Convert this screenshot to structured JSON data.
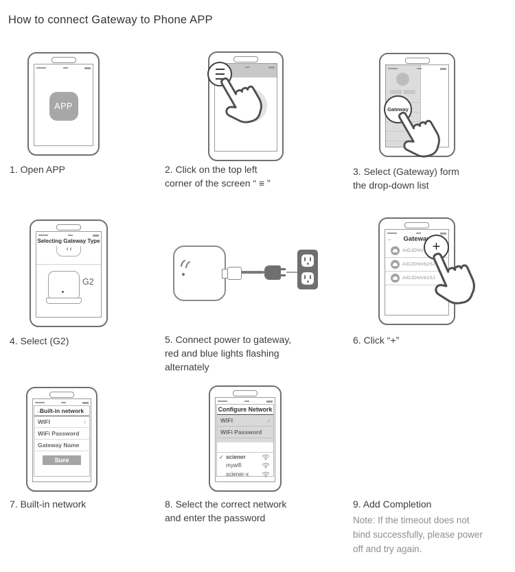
{
  "page": {
    "title": "How to connect Gateway to Phone APP"
  },
  "steps": [
    {
      "caption": "1. Open APP"
    },
    {
      "caption": "2. Click on the top left\ncorner of the screen “ ≡ ”"
    },
    {
      "caption": "3. Select (Gateway) form\nthe drop-down list"
    },
    {
      "caption": "4. Select (G2)"
    },
    {
      "caption": "5. Connect power to gateway,\nred and blue lights flashing\nalternately"
    },
    {
      "caption": "6. Click “+”"
    },
    {
      "caption": "7. Built-in network"
    },
    {
      "caption": "8. Select the correct network\nand enter the password"
    },
    {
      "caption": "9. Add Completion",
      "note": "Note: If the timeout does not\nbind successfully, please power\noff and try again."
    }
  ],
  "phone1": {
    "app_icon_label": "APP"
  },
  "phone3": {
    "drawer_item": "Gateway"
  },
  "phone4": {
    "back": "←",
    "header": "Selecting Gateway Type",
    "device_label": "G2"
  },
  "phone6": {
    "back": "←",
    "header": "Gateway",
    "plus": "+",
    "gateways": [
      "AIDJDNV62SJ",
      "AIDJDNV62SJ",
      "AIDJDNV62SJ"
    ]
  },
  "phone7": {
    "back": "←",
    "header": "Built-in network",
    "rows": [
      {
        "label": "WIFI",
        "chevron": "›"
      },
      {
        "label": "WiFi Password"
      },
      {
        "label": "Gateway Name"
      }
    ],
    "button": "Sure"
  },
  "phone8": {
    "back": "←",
    "header": "Configure Network",
    "rows": [
      {
        "label": "WIFI",
        "chevron": "›"
      },
      {
        "label": "WiFi Password"
      }
    ],
    "check": "✓",
    "networks": [
      "sciener",
      "mywifi",
      "sciener-x"
    ]
  },
  "colors": {
    "outline": "#6f6f6f",
    "gray_fill": "#c8c8c8",
    "dark_fill": "#6f6f6f",
    "text": "#3d3d3d",
    "note_text": "#8e8e8e"
  }
}
